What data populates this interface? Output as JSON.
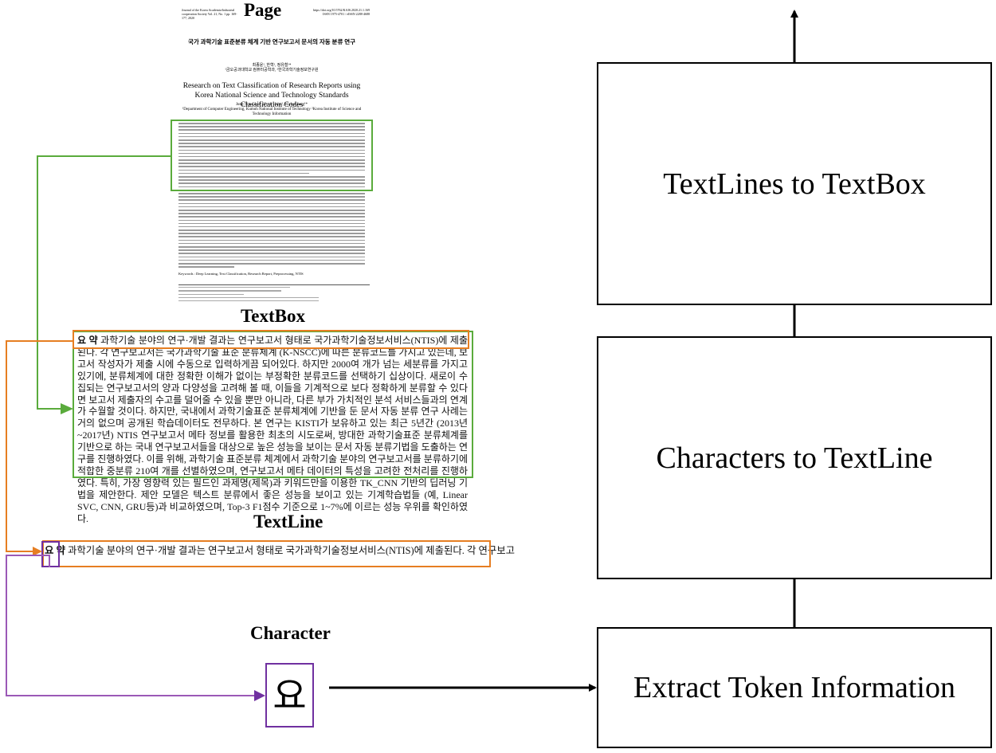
{
  "titles": {
    "page": "Page",
    "textbox": "TextBox",
    "textline": "TextLine",
    "character": "Character"
  },
  "paper_page": {
    "header_left": "Journal of the Korea Academia-Industrial cooperation Society Vol. 21, No. 1 pp. 169-177, 2020",
    "header_right": "https://doi.org/10.5762/KAIS.2020.21.1.169 ISSN 1975-4701 / eISSN 2288-4688",
    "title_ko": "국가 과학기술 표준분류 체계 기반 연구보고서 문서의 자동 분류 연구",
    "authors_ko": "최종윤¹, 한혁², 정유철¹*",
    "affil_ko": "¹금오공과대학교 컴퓨터공학과, ²한국과학기술정보연구원",
    "title_en": "Research on Text Classification of Research Reports using Korea National Science and Technology Standards Classification Codes",
    "authors_en": "Jong-Yun Choi¹, Hyuk Hahn², Yuchul Jung¹*",
    "affil_en": "¹Department of Computer Engineering, Kumoh National Institute of Technology ²Korea Institute of Science and Technology Information",
    "keywords": "Keywords : Deep Learning, Text Classification, Research Report, Preprocessing, NTIS",
    "page_number": "169"
  },
  "textbox": {
    "lead": "요 약",
    "body": " 과학기술 분야의 연구·개발 결과는 연구보고서 형태로 국가과학기술정보서비스(NTIS)에 제출된다. 각 연구보고서는 국가과학기술 표준 분류체계 (K-NSCC)에 따른 분류코드를 가지고 있는데, 보고서 작성자가 제출 시에 수동으로 입력하게끔 되어있다. 하지만 2000여 개가 넘는 세분류를 가지고 있기에, 분류체계에 대한 정확한 이해가 없이는 부정확한 분류코드를 선택하기 십상이다. 새로이 수집되는 연구보고서의 양과 다양성을 고려해 볼 때, 이들을 기계적으로 보다 정확하게 분류할 수 있다면 보고서 제출자의 수고를 덜어줄 수 있을 뿐만 아니라, 다른 부가 가치적인 분석 서비스들과의 연계가 수월할 것이다. 하지만, 국내에서 과학기술표준 분류체계에 기반을 둔 문서 자동 분류 연구 사례는 거의 없으며 공개된 학습데이터도 전무하다. 본 연구는 KISTI가 보유하고 있는 최근 5년간 (2013년~2017년) NTIS 연구보고서 메타 정보를 활용한 최초의 시도로써, 방대한 과학기술표준 분류체계를 기반으로 하는 국내 연구보고서들을 대상으로 높은 성능을 보이는 문서 자동 분류기법을 도출하는 연구를 진행하였다. 이를 위해, 과학기술 표준분류 체계에서 과학기술 분야의 연구보고서를 분류하기에 적합한 중분류 210여 개를 선별하였으며, 연구보고서 메타 데이터의 특성을 고려한 전처리를 진행하였다. 특히, 가장 영향력 있는 필드인 과제명(제목)과 키워드만을 이용한 TK_CNN 기반의 딥러닝 기법을 제안한다. 제안 모델은 텍스트 분류에서 좋은 성능을 보이고 있는 기계학습법들 (예, Linear SVC, CNN, GRU등)과 비교하였으며, Top-3 F1점수 기준으로 1~7%에 이르는 성능 우위를 확인하였다."
  },
  "textline": {
    "lead": "요 약",
    "body": " 과학기술 분야의 연구·개발 결과는 연구보고서 형태로 국가과학기술정보서비스(NTIS)에 제출된다. 각 연구보고"
  },
  "character": {
    "glyph": "요"
  },
  "flow": {
    "box_top": "TextLines to TextBox",
    "box_middle": "Characters to TextLine",
    "box_bottom": "Extract Token Information"
  },
  "colors": {
    "textbox_highlight": "#5aab3c",
    "textline_highlight": "#e67e22",
    "character_highlight": "#7030a0",
    "flow": "#000000"
  }
}
